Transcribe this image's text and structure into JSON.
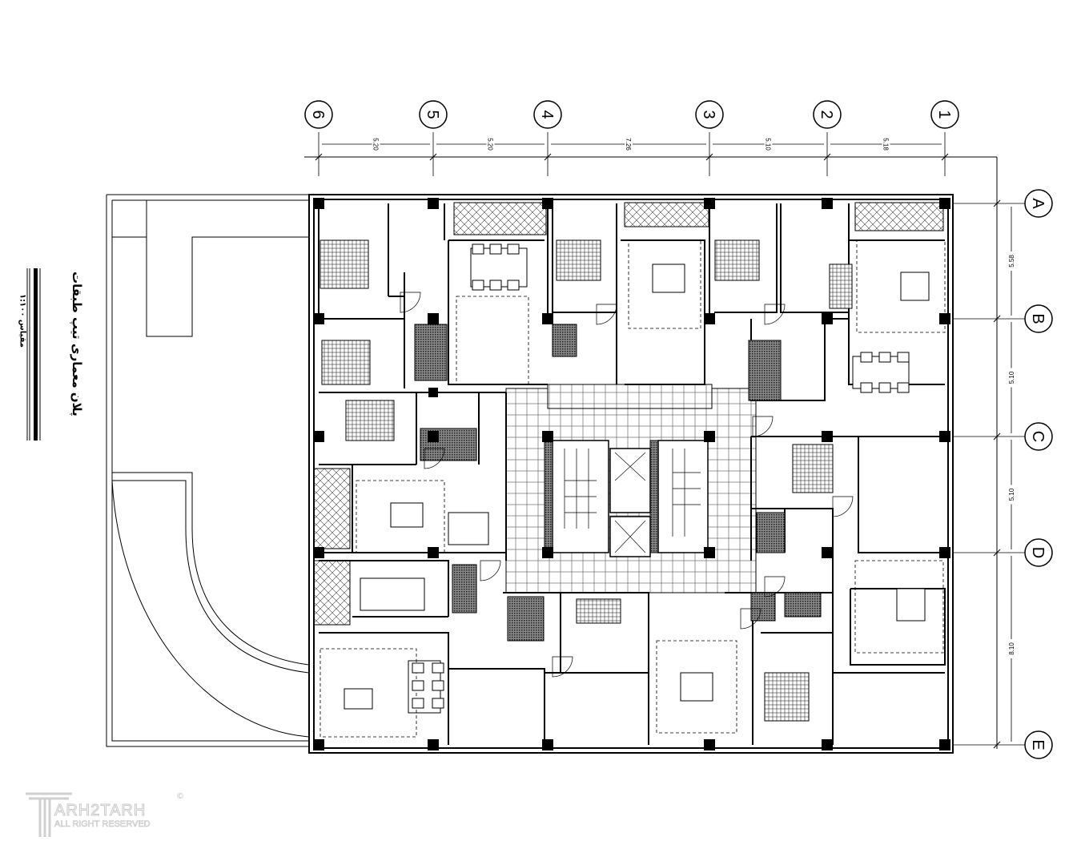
{
  "drawing": {
    "title": "پلان معماری تیپ طبقات",
    "scale_label": "مقیاس ۱:۱۰۰"
  },
  "axes": {
    "columns": [
      "6",
      "5",
      "4",
      "3",
      "2",
      "1"
    ],
    "rows": [
      "A",
      "B",
      "C",
      "D",
      "E"
    ]
  },
  "dimensions": {
    "horizontal": [
      "5.20",
      "5.20",
      "7.26",
      "5.10",
      "5.18"
    ],
    "vertical": [
      "5.58",
      "5.10",
      "5.10",
      "8.10"
    ]
  },
  "watermark": {
    "brand": "ARH2TARH",
    "tagline": "ALL RIGHT RESERVED",
    "copyright": "©"
  }
}
